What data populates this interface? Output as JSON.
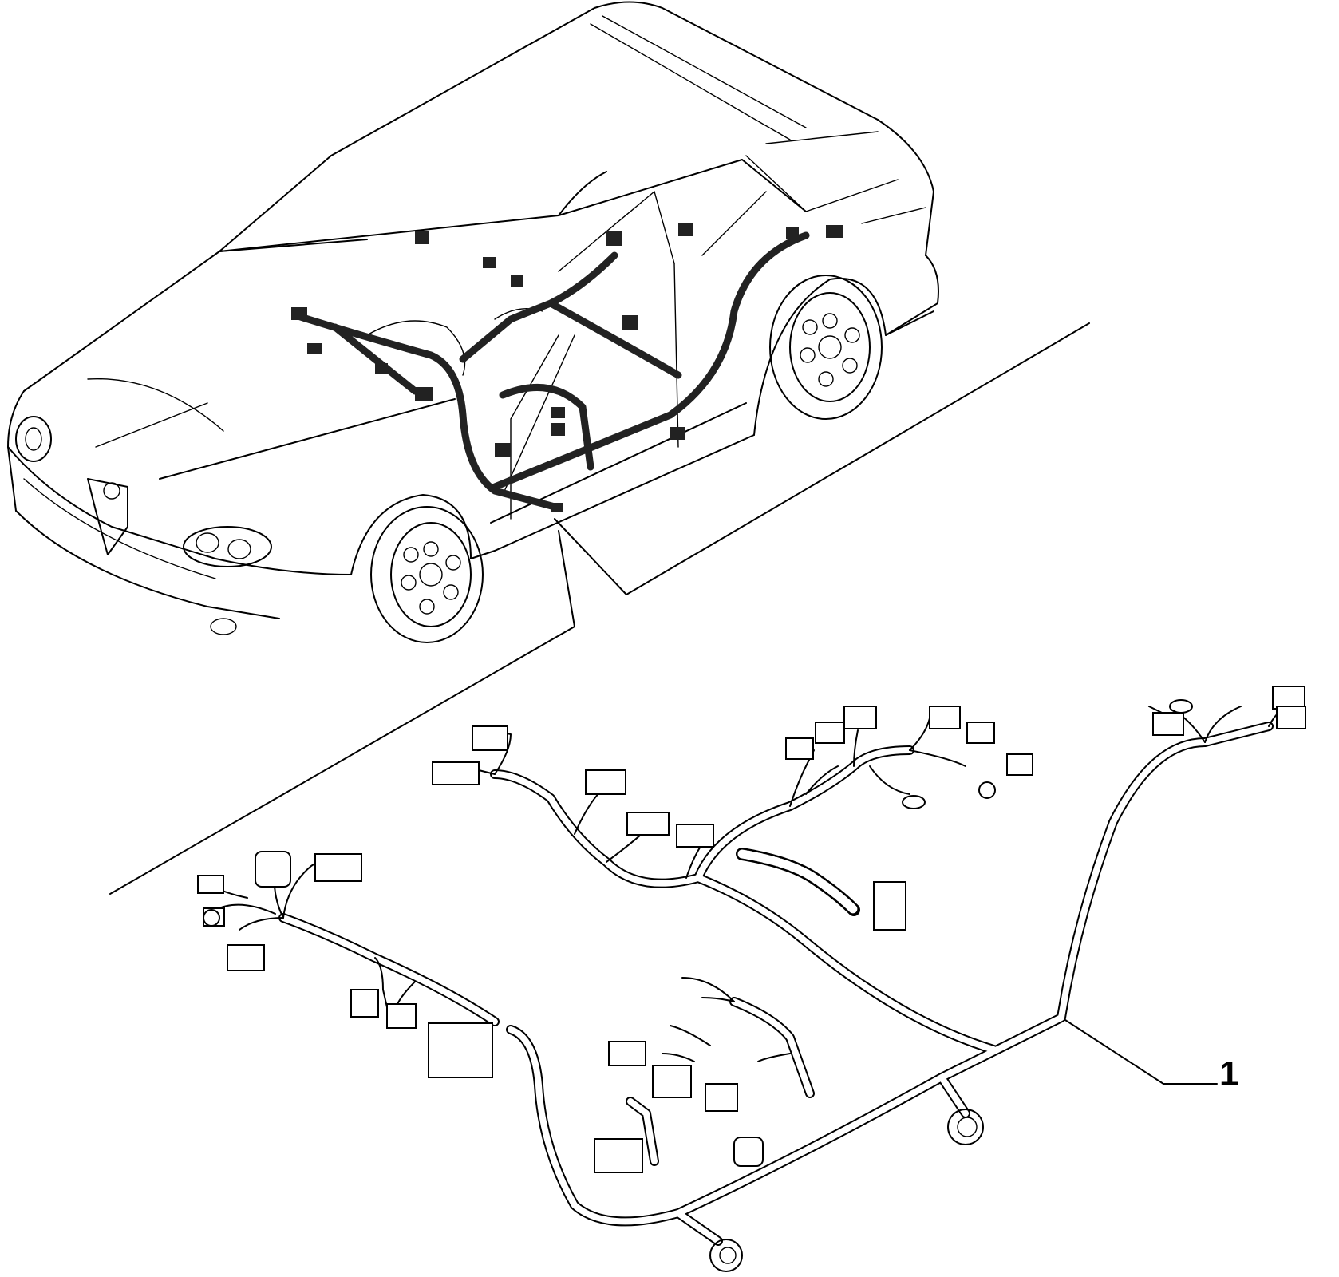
{
  "callout": {
    "label": "1"
  },
  "colors": {
    "line": "#000000",
    "background": "#ffffff",
    "harness_on_car": "#222222"
  },
  "icons": [
    "car-outline",
    "wiring-harness",
    "connector",
    "ground-terminal",
    "grommet"
  ]
}
